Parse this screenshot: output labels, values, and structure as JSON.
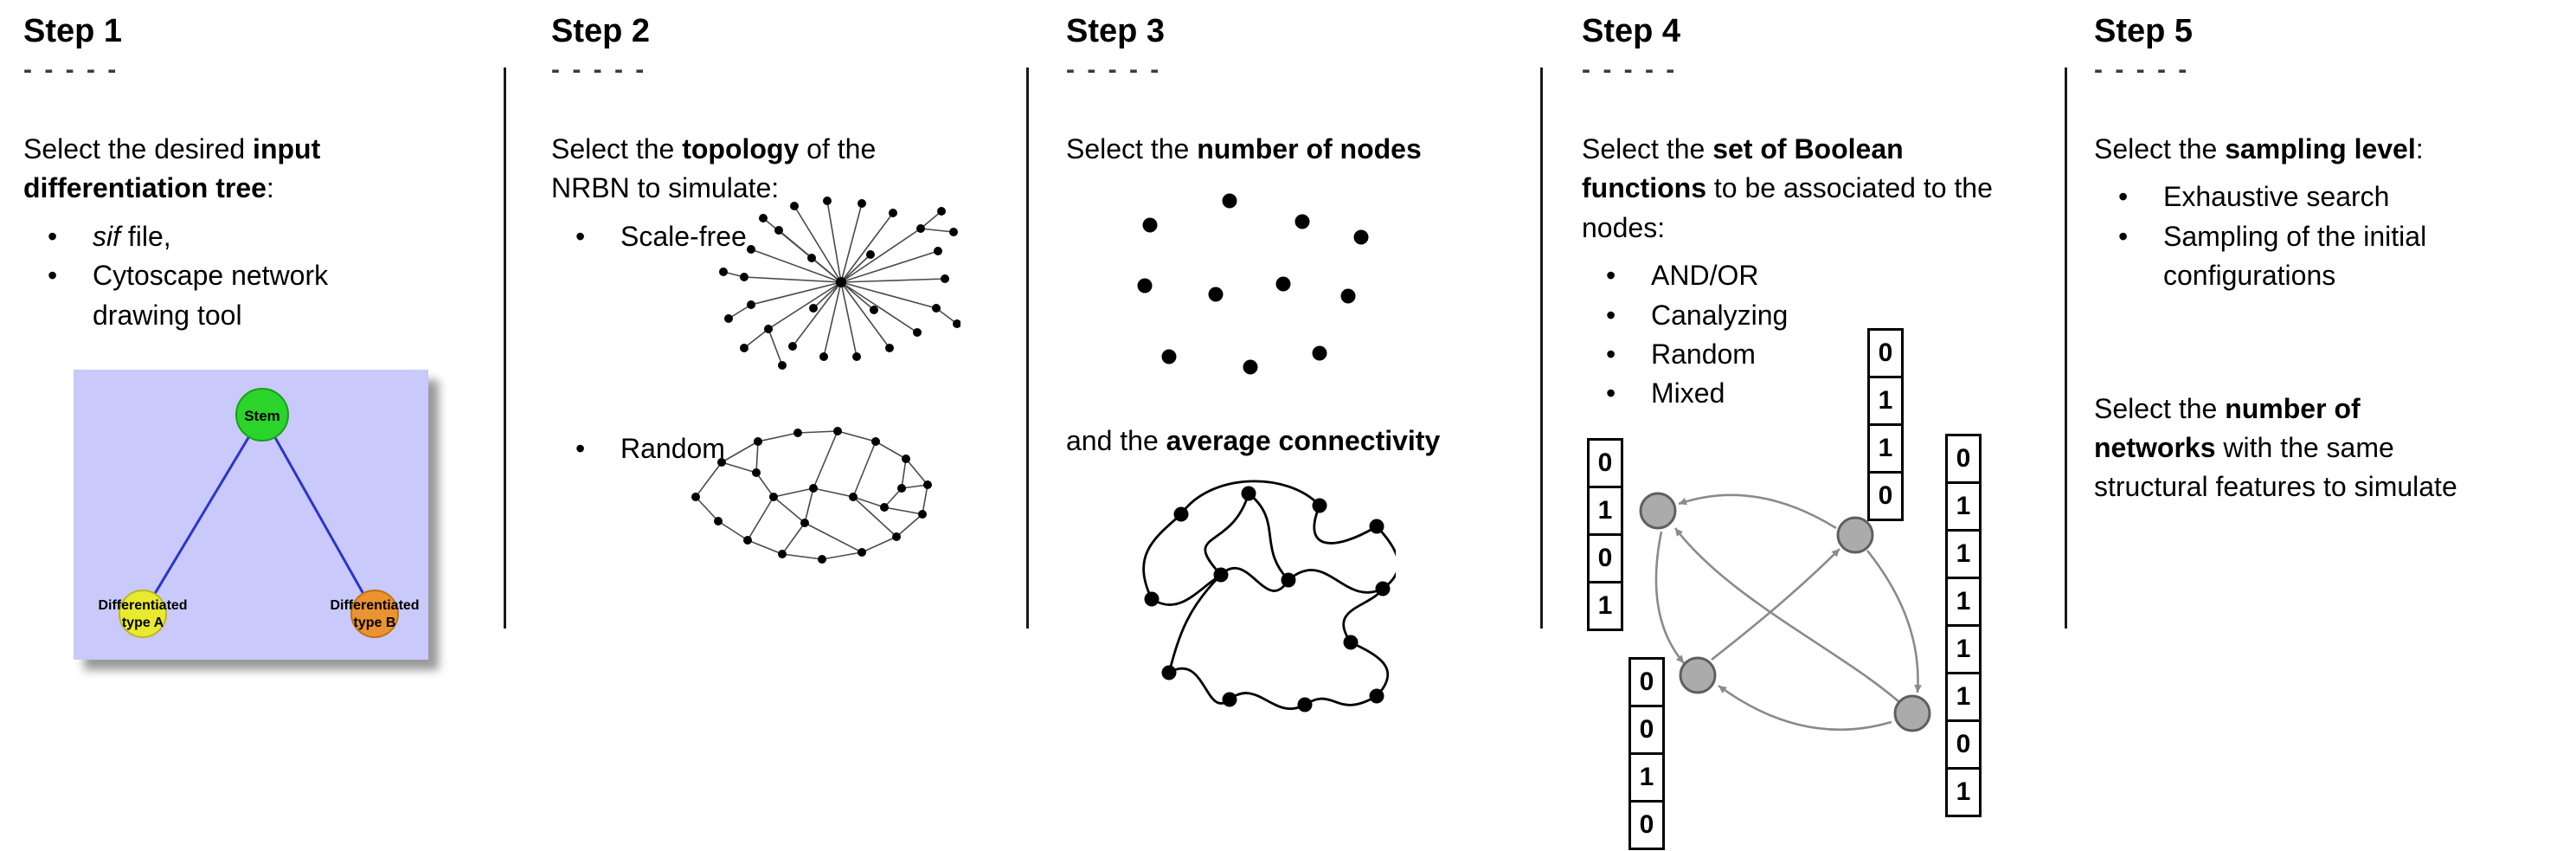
{
  "ui": {
    "bullet": "•"
  },
  "steps": [
    {
      "title": "Step 1",
      "dashes": "- - - - -",
      "intro": {
        "pre": "Select the desired ",
        "bold": "input differentiation tree",
        "post": ":"
      },
      "bullets": [
        {
          "italic": "sif",
          "rest": " file,"
        },
        {
          "text": "Cytoscape network drawing tool"
        }
      ],
      "tree": {
        "stem": "Stem",
        "left_line1": "Differentiated",
        "left_line2": "type A",
        "right_line1": "Differentiated",
        "right_line2": "type B",
        "colors": {
          "panel": "#c9c9fb",
          "stem": "#2bd42b",
          "type_a": "#e9e930",
          "type_b": "#ea9330",
          "branch": "#2a35c8"
        }
      }
    },
    {
      "title": "Step 2",
      "dashes": "- - - - -",
      "intro": {
        "pre": "Select the ",
        "bold": "topology",
        "post": " of the NRBN to simulate:"
      },
      "bullets": [
        {
          "text": "Scale-free"
        },
        {
          "text": "Random"
        }
      ]
    },
    {
      "title": "Step 3",
      "dashes": "- - - - -",
      "intro": {
        "pre": "Select the ",
        "bold": "number of nodes",
        "post": ""
      },
      "second": {
        "pre": "and the ",
        "bold": "average connectivity",
        "post": ""
      }
    },
    {
      "title": "Step 4",
      "dashes": "- - - - -",
      "intro": {
        "pre": "Select the ",
        "bold": "set of Boolean functions",
        "post": " to be associated to the nodes:"
      },
      "bullets": [
        {
          "text": "AND/OR"
        },
        {
          "text": "Canalyzing"
        },
        {
          "text": "Random"
        },
        {
          "text": "Mixed"
        }
      ],
      "tables": {
        "left": [
          "0",
          "1",
          "0",
          "1"
        ],
        "top": [
          "0",
          "1",
          "1",
          "0"
        ],
        "bottom": [
          "0",
          "0",
          "1",
          "0"
        ],
        "right": [
          "0",
          "1",
          "1",
          "1",
          "1",
          "1",
          "0",
          "1"
        ]
      },
      "colors": {
        "node_fill": "#ababab",
        "node_stroke": "#5f5f5f",
        "arrow": "#8a8a8a"
      }
    },
    {
      "title": "Step 5",
      "dashes": "- - - - -",
      "intro": {
        "pre": "Select the ",
        "bold": "sampling level",
        "post": ":"
      },
      "bullets": [
        {
          "text": "Exhaustive search"
        },
        {
          "text": "Sampling of the initial configurations"
        }
      ],
      "second": {
        "pre": "Select the ",
        "bold": "number of networks",
        "post": " with the same structural features to simulate"
      }
    }
  ]
}
